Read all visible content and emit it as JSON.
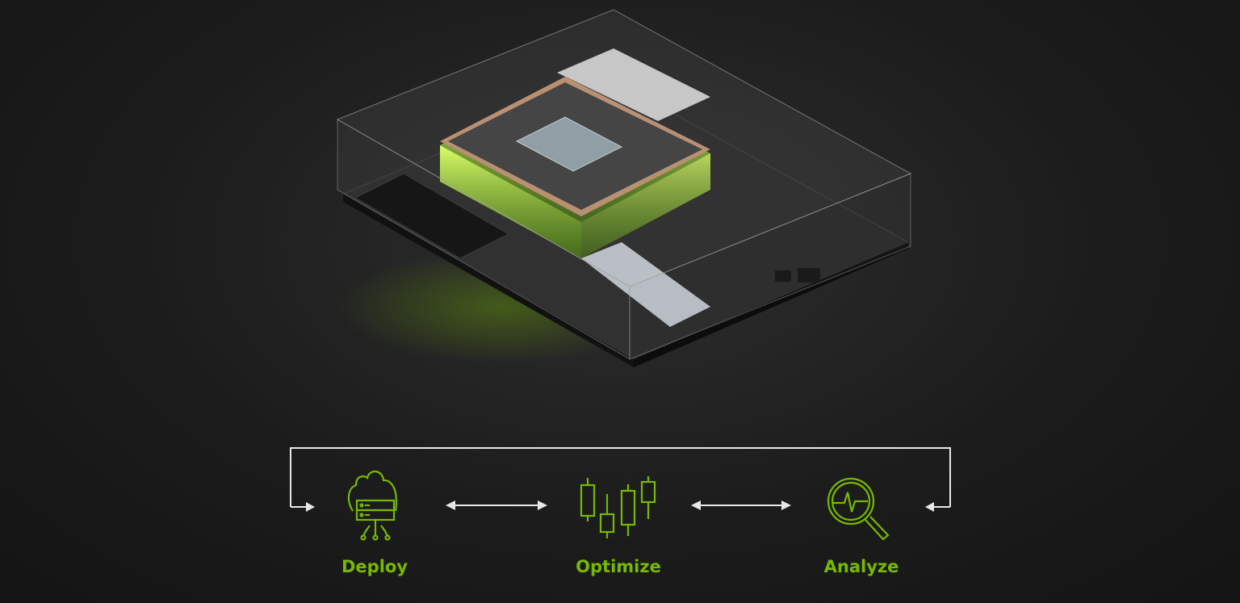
{
  "colors": {
    "accent": "#76b900",
    "background": "#1c1c1c",
    "arrow": "#e8e8e8"
  },
  "steps": [
    {
      "label": "Deploy",
      "icon": "cloud-server-icon"
    },
    {
      "label": "Optimize",
      "icon": "candlestick-chart-icon"
    },
    {
      "label": "Analyze",
      "icon": "magnifier-pulse-icon"
    }
  ]
}
